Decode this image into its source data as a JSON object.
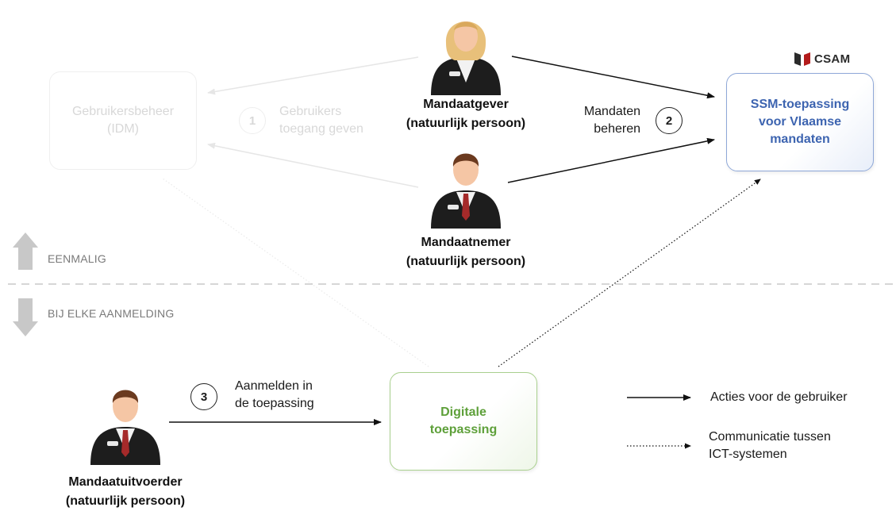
{
  "idm": {
    "line1": "Gebruikersbeheer",
    "line2": "(IDM)"
  },
  "ssm": {
    "line1": "SSM-toepassing",
    "line2": "voor Vlaamse",
    "line3": "mandaten",
    "logo_text": "CSAM"
  },
  "digital": {
    "line1": "Digitale",
    "line2": "toepassing"
  },
  "people": {
    "mandaatgever": {
      "line1": "Mandaatgever",
      "line2": "(natuurlijk persoon)"
    },
    "mandaatnemer": {
      "line1": "Mandaatnemer",
      "line2": "(natuurlijk persoon)"
    },
    "mandaatuitvoerder": {
      "line1": "Mandaatuitvoerder",
      "line2": "(natuurlijk persoon)"
    }
  },
  "steps": [
    {
      "number": "1",
      "line1": "Gebruikers",
      "line2": "toegang geven"
    },
    {
      "number": "2",
      "line1": "Mandaten",
      "line2": "beheren"
    },
    {
      "number": "3",
      "line1": "Aanmelden in",
      "line2": "de toepassing"
    }
  ],
  "phases": {
    "once": "EENMALIG",
    "each_login": "BIJ ELKE AANMELDING"
  },
  "legend": {
    "solid": "Acties voor de gebruiker",
    "dotted_line1": "Communicatie tussen",
    "dotted_line2": "ICT-systemen"
  },
  "colors": {
    "ssm_text": "#3d64b0",
    "digital_text": "#5ea03a",
    "faded": "#d8d8d8",
    "phase_arrow": "#c8c8c8"
  }
}
